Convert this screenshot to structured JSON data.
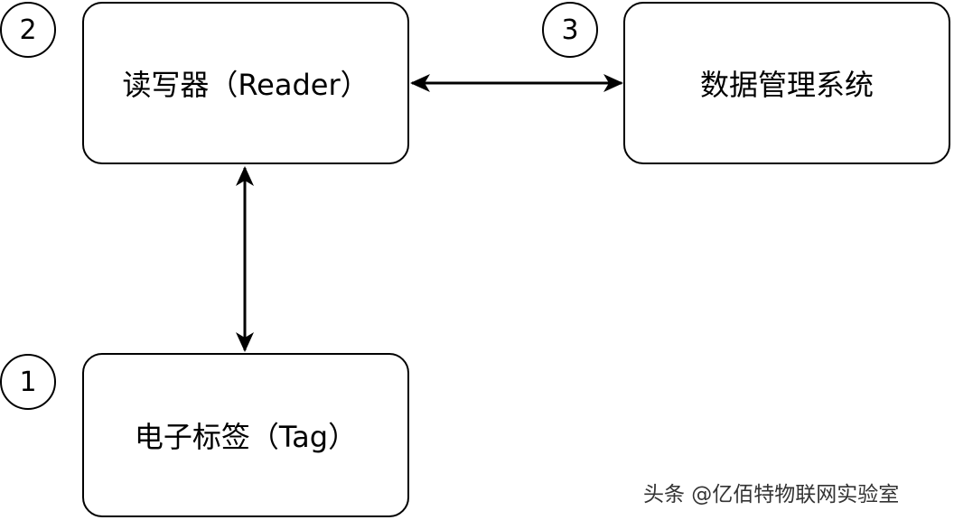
{
  "nodes": {
    "reader": {
      "label": "读写器（Reader）",
      "number": "2"
    },
    "data_mgmt": {
      "label": "数据管理系统",
      "number": "3"
    },
    "tag": {
      "label": "电子标签（Tag）",
      "number": "1"
    }
  },
  "edges": [
    {
      "from": "reader",
      "to": "data_mgmt",
      "direction": "both"
    },
    {
      "from": "reader",
      "to": "tag",
      "direction": "both"
    }
  ],
  "watermark": "头条 @亿佰特物联网实验室"
}
